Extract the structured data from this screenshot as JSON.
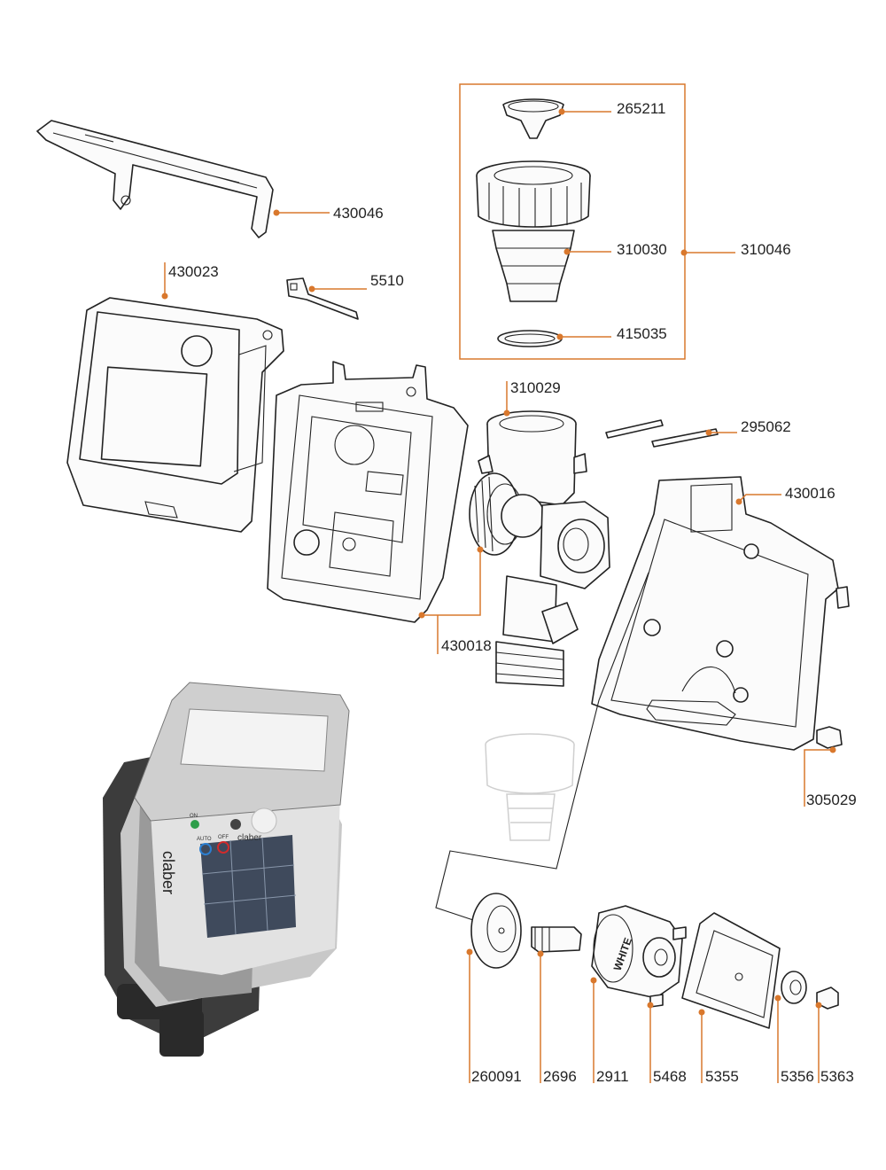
{
  "accent_color": "#d9782d",
  "parts": {
    "p430046": "430046",
    "p430023": "430023",
    "p5510": "5510",
    "p265211": "265211",
    "p310030": "310030",
    "p310046": "310046",
    "p415035": "415035",
    "p310029": "310029",
    "p295062": "295062",
    "p430016": "430016",
    "p430018": "430018",
    "p305029": "305029",
    "p260091": "260091",
    "p2696": "2696",
    "p2911": "2911",
    "p5468": "5468",
    "p5355": "5355",
    "p5356": "5356",
    "p5363": "5363"
  },
  "product": {
    "brand": "claber",
    "valve_marking": "WHITE",
    "panel_on": "ON",
    "panel_auto": "AUTO",
    "panel_off": "OFF"
  }
}
